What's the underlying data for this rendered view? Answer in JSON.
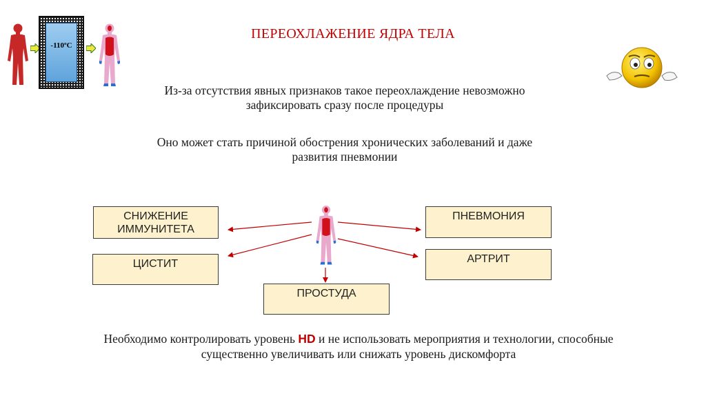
{
  "title": "ПЕРЕОХЛАЖЕНИЕ ЯДРА ТЕЛА",
  "paragraphs": {
    "p1_line1": "Из-за отсутствия явных признаков такое переохлаждение  невозможно",
    "p1_line2": "зафиксировать сразу после процедуры",
    "p2_line1": "Оно может стать причиной обострения хронических заболеваний и даже",
    "p2_line2": "развития пневмонии"
  },
  "illustration": {
    "freezer_temp": "-110ºC",
    "icons": [
      "person-red-icon",
      "arrow-right-icon",
      "cryo-chamber-icon",
      "person-cooled-icon",
      "worried-smiley-icon"
    ]
  },
  "diagram": {
    "boxes": {
      "immunity_line1": "СНИЖЕНИЕ",
      "immunity_line2": "ИММУНИТЕТА",
      "cystitis": "ЦИСТИТ",
      "cold": "ПРОСТУДА",
      "pneumonia": "ПНЕВМОНИЯ",
      "arthritis": "АРТРИТ"
    },
    "colors": {
      "box_fill": "#fdf2cd",
      "arrow": "#c00000"
    }
  },
  "bottom": {
    "before": "Необходимо контролировать уровень ",
    "hd": "HD",
    "after": " и не использовать мероприятия и технологии, способные",
    "line2": "существенно увеличивать или снижать уровень дискомфорта"
  },
  "colors": {
    "title": "#c00000",
    "body_red": "#c62828",
    "core_red": "#d0101a",
    "limb_pink": "#e8a9cc"
  }
}
